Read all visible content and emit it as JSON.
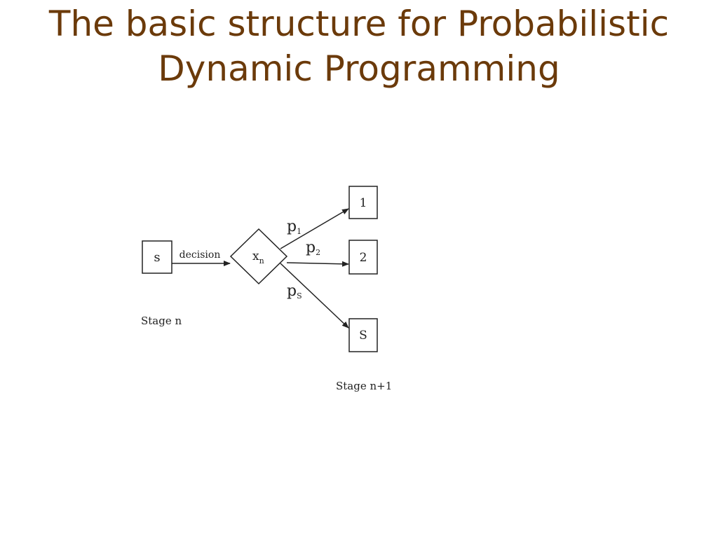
{
  "title": {
    "line1": "The basic structure for Probabilistic",
    "line2": "Dynamic Programming"
  },
  "colors": {
    "title": "#6b3a0a",
    "stroke": "#222222"
  },
  "diagram": {
    "state_box": "s",
    "decision_label": "decision",
    "decision_node": {
      "base": "x",
      "sub": "n"
    },
    "branches": [
      {
        "prob_base": "p",
        "prob_sub": "1",
        "target": "1"
      },
      {
        "prob_base": "p",
        "prob_sub": "2",
        "target": "2"
      },
      {
        "prob_base": "p",
        "prob_sub": "S",
        "target": "S"
      }
    ],
    "stage_n_label": "Stage n",
    "stage_n1_label": "Stage n+1"
  }
}
